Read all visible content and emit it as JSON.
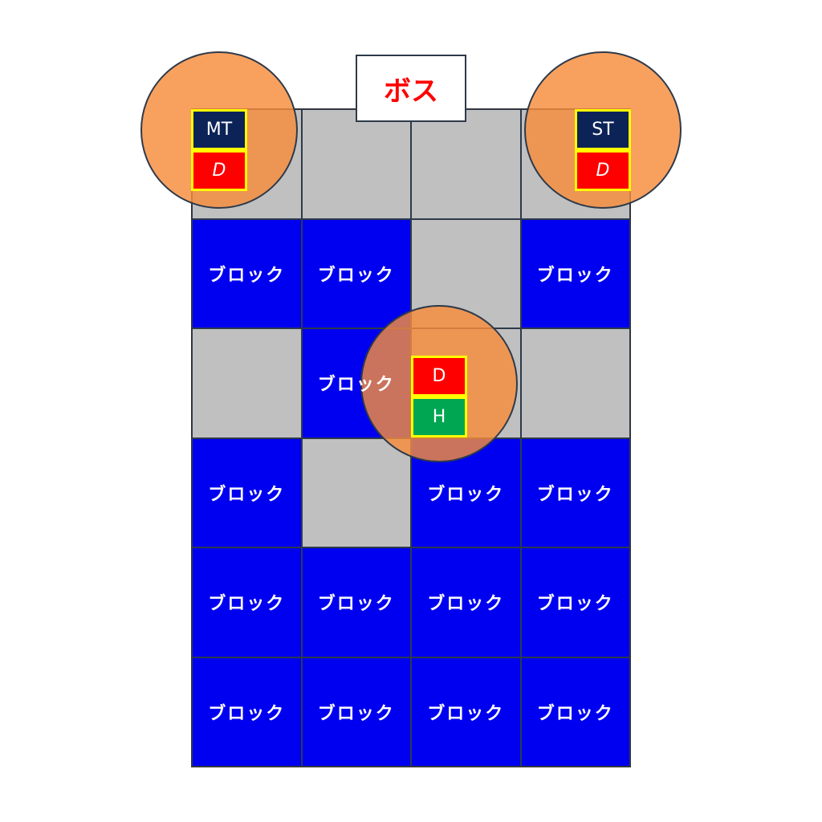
{
  "boss": {
    "label": "ボス"
  },
  "block_label": "ブロック",
  "grid": [
    [
      "empty",
      "empty",
      "empty",
      "empty"
    ],
    [
      "block",
      "block",
      "empty",
      "block"
    ],
    [
      "empty",
      "block",
      "empty",
      "empty"
    ],
    [
      "block",
      "empty",
      "block",
      "block"
    ],
    [
      "block",
      "block",
      "block",
      "block"
    ],
    [
      "block",
      "block",
      "block",
      "block"
    ]
  ],
  "tokens": {
    "mt": "MT",
    "st": "ST",
    "d_left": "D",
    "d_right": "D",
    "d_center": "D",
    "h_center": "H"
  },
  "colors": {
    "block": "#0000f0",
    "empty": "#c0c0c0",
    "aoe": "#f79646",
    "tank": "#0c2358",
    "dps": "#ff0000",
    "healer": "#00a651",
    "border": "#ffff00"
  }
}
